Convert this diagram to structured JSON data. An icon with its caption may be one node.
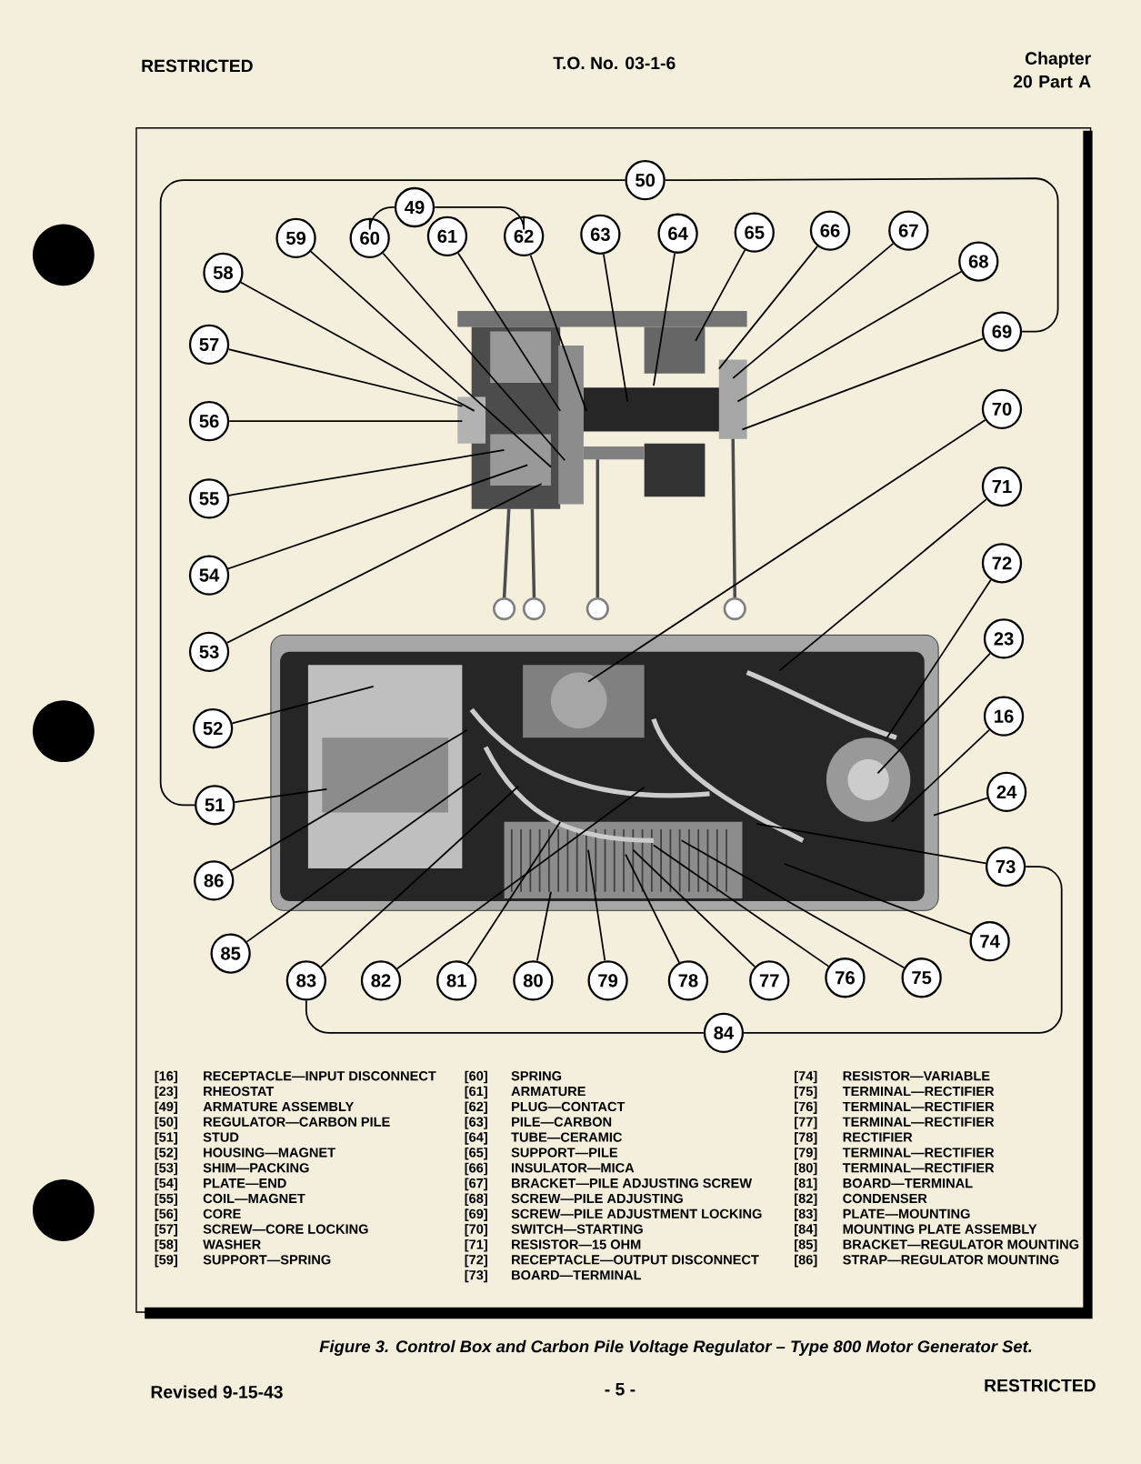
{
  "diagram": {
    "caption": "Figure 3. Control Box and Carbon Pile Voltage Regulator – Type 800 Motor Generator Set.",
    "nodes": [
      {
        "text": [
          "50"
        ]
      },
      {
        "text": [
          "49"
        ]
      },
      {
        "text": [
          "59"
        ]
      },
      {
        "text": [
          "60"
        ]
      },
      {
        "text": [
          "61"
        ]
      },
      {
        "text": [
          "62"
        ]
      },
      {
        "text": [
          "63"
        ]
      },
      {
        "text": [
          "64"
        ]
      },
      {
        "text": [
          "65"
        ]
      },
      {
        "text": [
          "66"
        ]
      },
      {
        "text": [
          "67"
        ]
      },
      {
        "text": [
          "58"
        ]
      },
      {
        "text": [
          "68"
        ]
      },
      {
        "text": [
          "69"
        ]
      },
      {
        "text": [
          "57"
        ]
      },
      {
        "text": [
          "70"
        ]
      },
      {
        "text": [
          "56"
        ]
      },
      {
        "text": [
          "71"
        ]
      },
      {
        "text": [
          "55"
        ]
      },
      {
        "text": [
          "54"
        ]
      },
      {
        "text": [
          "72"
        ]
      },
      {
        "text": [
          "53"
        ]
      },
      {
        "text": [
          "23"
        ]
      },
      {
        "text": [
          "52"
        ]
      },
      {
        "text": [
          "16"
        ]
      },
      {
        "text": [
          "51"
        ]
      },
      {
        "text": [
          "24"
        ]
      },
      {
        "text": [
          "73"
        ]
      },
      {
        "text": [
          "86"
        ]
      },
      {
        "text": [
          "74"
        ]
      },
      {
        "text": [
          "85"
        ]
      },
      {
        "text": [
          "83"
        ]
      },
      {
        "text": [
          "82"
        ]
      },
      {
        "text": [
          "81"
        ]
      },
      {
        "text": [
          "80"
        ]
      },
      {
        "text": [
          "79"
        ]
      },
      {
        "text": [
          "78"
        ]
      },
      {
        "text": [
          "77"
        ]
      },
      {
        "text": [
          "76"
        ]
      },
      {
        "text": [
          "75"
        ]
      },
      {
        "text": [
          "84"
        ]
      }
    ],
    "edges": [
      {
        "from": 1,
        "to": 3,
        "arrow": "none"
      },
      {
        "from": 1,
        "to": 5,
        "arrow": "none"
      },
      {
        "from": 0,
        "to": 13,
        "arrow": "none"
      },
      {
        "from": 0,
        "to": 25,
        "arrow": "none"
      },
      {
        "from": 40,
        "to": 31,
        "arrow": "none"
      },
      {
        "from": 40,
        "to": 27,
        "arrow": "none"
      },
      {
        "from": 2,
        "to": null,
        "arrow": "none"
      },
      {
        "from": 3,
        "to": null,
        "arrow": "none"
      },
      {
        "from": 4,
        "to": null,
        "arrow": "none"
      },
      {
        "from": 5,
        "to": null,
        "arrow": "none"
      },
      {
        "from": 6,
        "to": null,
        "arrow": "none"
      },
      {
        "from": 7,
        "to": null,
        "arrow": "none"
      },
      {
        "from": 8,
        "to": null,
        "arrow": "none"
      },
      {
        "from": 9,
        "to": null,
        "arrow": "none"
      },
      {
        "from": 10,
        "to": null,
        "arrow": "none"
      },
      {
        "from": 11,
        "to": null,
        "arrow": "none"
      },
      {
        "from": 12,
        "to": null,
        "arrow": "none"
      },
      {
        "from": 13,
        "to": null,
        "arrow": "none"
      },
      {
        "from": 14,
        "to": null,
        "arrow": "none"
      },
      {
        "from": 15,
        "to": null,
        "arrow": "none"
      },
      {
        "from": 16,
        "to": null,
        "arrow": "none"
      },
      {
        "from": 17,
        "to": null,
        "arrow": "none"
      },
      {
        "from": 18,
        "to": null,
        "arrow": "none"
      },
      {
        "from": 19,
        "to": null,
        "arrow": "none"
      },
      {
        "from": 20,
        "to": null,
        "arrow": "none"
      },
      {
        "from": 21,
        "to": null,
        "arrow": "none"
      },
      {
        "from": 22,
        "to": null,
        "arrow": "none"
      },
      {
        "from": 23,
        "to": null,
        "arrow": "none"
      },
      {
        "from": 24,
        "to": null,
        "arrow": "none"
      },
      {
        "from": 25,
        "to": null,
        "arrow": "none"
      },
      {
        "from": 26,
        "to": null,
        "arrow": "none"
      },
      {
        "from": 27,
        "to": null,
        "arrow": "none"
      },
      {
        "from": 28,
        "to": null,
        "arrow": "none"
      },
      {
        "from": 29,
        "to": null,
        "arrow": "none"
      },
      {
        "from": 30,
        "to": null,
        "arrow": "none"
      },
      {
        "from": 31,
        "to": null,
        "arrow": "none"
      },
      {
        "from": 32,
        "to": null,
        "arrow": "none"
      },
      {
        "from": 33,
        "to": null,
        "arrow": "none"
      },
      {
        "from": 34,
        "to": null,
        "arrow": "none"
      },
      {
        "from": 35,
        "to": null,
        "arrow": "none"
      },
      {
        "from": 36,
        "to": null,
        "arrow": "none"
      },
      {
        "from": 37,
        "to": null,
        "arrow": "none"
      },
      {
        "from": 38,
        "to": null,
        "arrow": "none"
      },
      {
        "from": 39,
        "to": null,
        "arrow": "none"
      }
    ],
    "labels": [
      "RESTRICTED",
      "T.O. No. 03-1-6",
      "Chapter 20 Part A",
      "[16]",
      "RECEPTACLE—INPUT DISCONNECT",
      "[23]",
      "RHEOSTAT",
      "[49]",
      "ARMATURE ASSEMBLY",
      "[50]",
      "REGULATOR—CARBON PILE",
      "[51]",
      "STUD",
      "[52]",
      "HOUSING—MAGNET",
      "[53]",
      "SHIM—PACKING",
      "[54]",
      "PLATE—END",
      "[55]",
      "COIL—MAGNET",
      "[56]",
      "CORE",
      "[57]",
      "SCREW—CORE LOCKING",
      "[58]",
      "WASHER",
      "[59]",
      "SUPPORT—SPRING",
      "[60]",
      "SPRING",
      "[61]",
      "ARMATURE",
      "[62]",
      "PLUG—CONTACT",
      "[63]",
      "PILE—CARBON",
      "[64]",
      "TUBE—CERAMIC",
      "[65]",
      "SUPPORT—PILE",
      "[66]",
      "INSULATOR—MICA",
      "[67]",
      "BRACKET—PILE ADJUSTING SCREW",
      "[68]",
      "SCREW—PILE ADJUSTING",
      "[69]",
      "SCREW—PILE ADJUSTMENT LOCKING",
      "[70]",
      "SWITCH—STARTING",
      "[71]",
      "RESISTOR—15 OHM",
      "[72]",
      "RECEPTACLE—OUTPUT DISCONNECT",
      "[73]",
      "BOARD—TERMINAL",
      "[74]",
      "RESISTOR—VARIABLE",
      "[75]",
      "TERMINAL—RECTIFIER",
      "[76]",
      "TERMINAL—RECTIFIER",
      "[77]",
      "TERMINAL—RECTIFIER",
      "[78]",
      "RECTIFIER",
      "[79]",
      "TERMINAL—RECTIFIER",
      "[80]",
      "TERMINAL—RECTIFIER",
      "[81]",
      "BOARD—TERMINAL",
      "[82]",
      "CONDENSER",
      "[83]",
      "PLATE—MOUNTING",
      "[84]",
      "MOUNTING PLATE ASSEMBLY",
      "[85]",
      "BRACKET—REGULATOR MOUNTING",
      "[86]",
      "STRAP—REGULATOR MOUNTING",
      "Revised 9-15-43",
      "- 5 -",
      "RESTRICTED"
    ]
  }
}
